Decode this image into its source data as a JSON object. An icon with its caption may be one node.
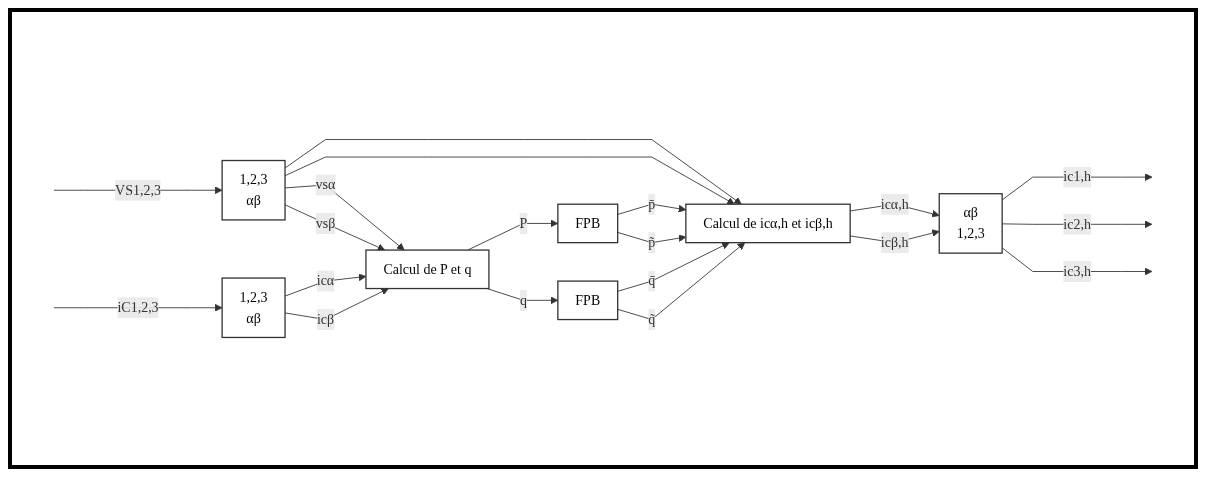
{
  "diagram": {
    "nodes": [
      {
        "text": [
          "1,2,3",
          "αβ"
        ]
      },
      {
        "text": [
          "1,2,3",
          "αβ"
        ]
      },
      {
        "text": [
          "Calcul de P et q"
        ]
      },
      {
        "text": [
          "FPB"
        ]
      },
      {
        "text": [
          "FPB"
        ]
      },
      {
        "text": [
          "Calcul de icα,h et icβ,h"
        ]
      },
      {
        "text": [
          "αβ",
          "1,2,3"
        ]
      }
    ],
    "edges": [
      {
        "from": null,
        "to": 0,
        "arrow": "to",
        "label": "VS1,2,3"
      },
      {
        "from": null,
        "to": 1,
        "arrow": "to",
        "label": "iC1,2,3"
      },
      {
        "from": 0,
        "to": 2,
        "arrow": "to",
        "label": "vsα"
      },
      {
        "from": 0,
        "to": 2,
        "arrow": "to",
        "label": "vsβ"
      },
      {
        "from": 1,
        "to": 2,
        "arrow": "to",
        "label": "icα"
      },
      {
        "from": 1,
        "to": 2,
        "arrow": "to",
        "label": "icβ"
      },
      {
        "from": 0,
        "to": 5,
        "arrow": "to"
      },
      {
        "from": 0,
        "to": 5,
        "arrow": "to"
      },
      {
        "from": 2,
        "to": 3,
        "arrow": "to",
        "label": "P"
      },
      {
        "from": 2,
        "to": 4,
        "arrow": "to",
        "label": "q"
      },
      {
        "from": 3,
        "to": 5,
        "arrow": "to",
        "label": "p̄"
      },
      {
        "from": 3,
        "to": 5,
        "arrow": "to",
        "label": "p̃"
      },
      {
        "from": 4,
        "to": 5,
        "arrow": "to",
        "label": "q̄"
      },
      {
        "from": 4,
        "to": 5,
        "arrow": "to",
        "label": "q̃"
      },
      {
        "from": 5,
        "to": 6,
        "arrow": "to",
        "label": "icα,h"
      },
      {
        "from": 5,
        "to": 6,
        "arrow": "to",
        "label": "icβ,h"
      },
      {
        "from": 6,
        "to": null,
        "arrow": "to",
        "label": "ic1,h"
      },
      {
        "from": 6,
        "to": null,
        "arrow": "to",
        "label": "ic2,h"
      },
      {
        "from": 6,
        "to": null,
        "arrow": "to",
        "label": "ic3,h"
      }
    ]
  }
}
